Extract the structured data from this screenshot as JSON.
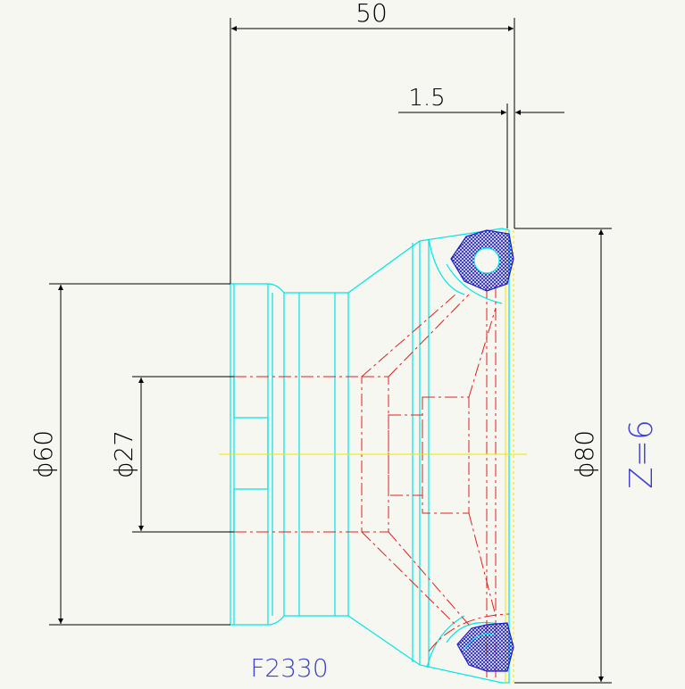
{
  "drawing": {
    "dimensions": {
      "overall_length": "50",
      "offset": "1.5",
      "shank_diameter": "ϕ60",
      "bore_diameter": "ϕ27",
      "cutter_diameter": "ϕ80"
    },
    "teeth_note": "Z=6",
    "part_number": "F2330"
  },
  "colors": {
    "background": "#f5f7f0",
    "outline": "#00e5e5",
    "hidden": "#e0201e",
    "dimension": "#000000",
    "centerline": "#f2e600",
    "insert": "#1c1cc8",
    "note": "#4040d0"
  }
}
